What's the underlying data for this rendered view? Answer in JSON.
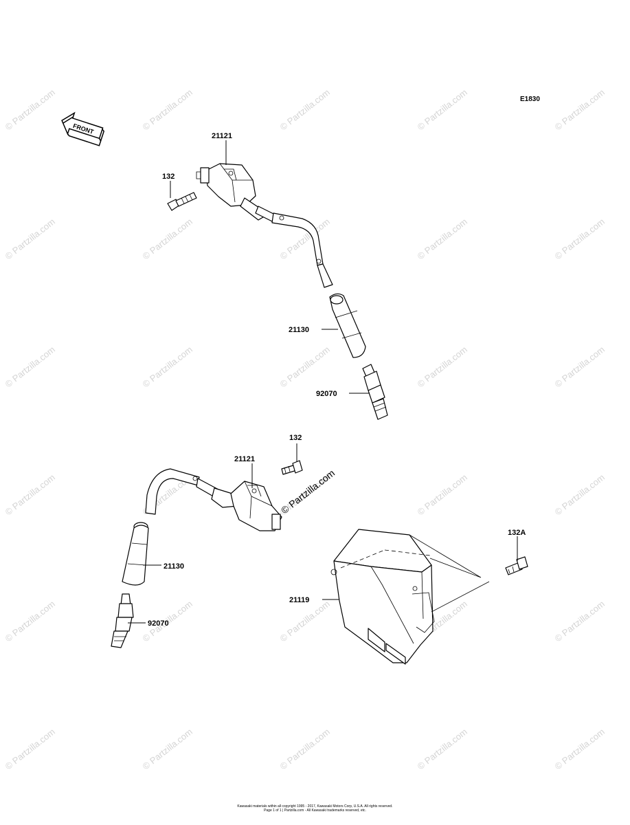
{
  "diagram": {
    "code": "E1830",
    "front_arrow_label": "FRONT",
    "watermark": "© Partzilla.com",
    "center_watermark": "© Partzilla.com",
    "copyright_line1": "Kawasaki materials within all copyright 1995 - 2017, Kawasaki Motors Corp, U.S.A. All rights reserved.",
    "copyright_line2": "Page 1 of 1 | Partzilla.com - All Kawasaki trademarks reserved, etc.",
    "callouts": [
      {
        "part": "21121",
        "name": "ignition-coil-upper"
      },
      {
        "part": "132",
        "name": "bolt-upper"
      },
      {
        "part": "21130",
        "name": "plug-cap-upper"
      },
      {
        "part": "92070",
        "name": "spark-plug-upper"
      },
      {
        "part": "132",
        "name": "bolt-lower"
      },
      {
        "part": "21121",
        "name": "ignition-coil-lower"
      },
      {
        "part": "21130",
        "name": "plug-cap-lower"
      },
      {
        "part": "92070",
        "name": "spark-plug-lower"
      },
      {
        "part": "132A",
        "name": "bolt-igniter"
      },
      {
        "part": "21119",
        "name": "igniter-unit"
      }
    ]
  }
}
